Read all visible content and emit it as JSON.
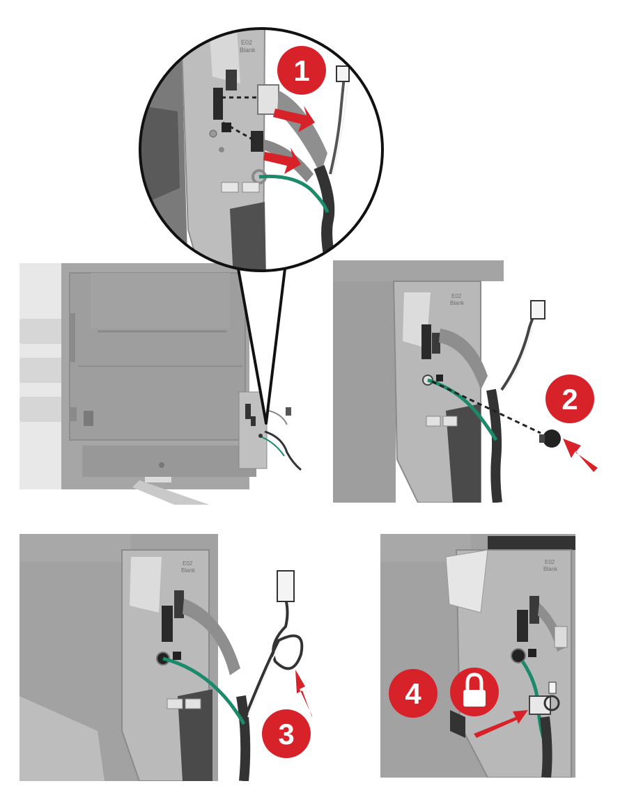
{
  "steps": [
    {
      "number": "1",
      "color": "#d8222a"
    },
    {
      "number": "2",
      "color": "#d8222a"
    },
    {
      "number": "3",
      "color": "#d8222a"
    },
    {
      "number": "4",
      "color": "#d8222a"
    }
  ],
  "icons": {
    "lock": "lock-icon",
    "arrow": "red-arrow-icon"
  },
  "part_label": {
    "line1": "E02",
    "line2": "Blank"
  },
  "colors": {
    "accent": "#d8222a",
    "ground_wire": "#1a8a6a",
    "metal": "#a8a8a8",
    "panel": "#9c9c9c",
    "cable": "#2a2a2a"
  }
}
